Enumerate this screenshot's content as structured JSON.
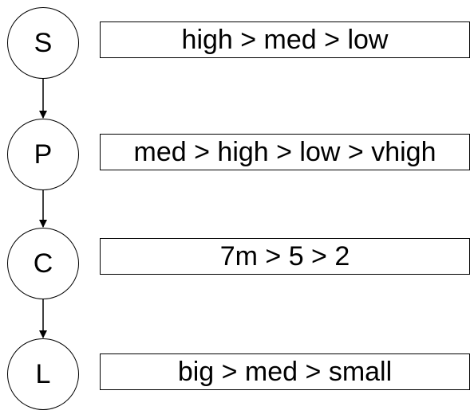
{
  "nodes": [
    {
      "label": "S",
      "ordering": "high > med > low"
    },
    {
      "label": "P",
      "ordering": "med > high > low > vhigh"
    },
    {
      "label": "C",
      "ordering": "7m > 5 > 2"
    },
    {
      "label": "L",
      "ordering": "big > med > small"
    }
  ],
  "edges": [
    {
      "from": "S",
      "to": "P"
    },
    {
      "from": "P",
      "to": "C"
    },
    {
      "from": "C",
      "to": "L"
    }
  ],
  "colors": {
    "stroke": "#000000",
    "background": "#ffffff"
  }
}
